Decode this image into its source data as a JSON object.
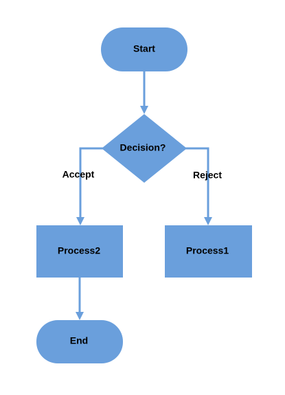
{
  "diagram": {
    "nodes": {
      "start": {
        "label": "Start",
        "shape": "terminator"
      },
      "decision": {
        "label": "Decision?",
        "shape": "diamond"
      },
      "process2": {
        "label": "Process2",
        "shape": "rectangle"
      },
      "process1": {
        "label": "Process1",
        "shape": "rectangle"
      },
      "end": {
        "label": "End",
        "shape": "terminator"
      }
    },
    "edges": {
      "start_to_decision": {
        "from": "start",
        "to": "decision",
        "label": ""
      },
      "decision_to_process2": {
        "from": "decision",
        "to": "process2",
        "label": "Accept"
      },
      "decision_to_process1": {
        "from": "decision",
        "to": "process1",
        "label": "Reject"
      },
      "process2_to_end": {
        "from": "process2",
        "to": "end",
        "label": ""
      }
    },
    "colors": {
      "shape_fill": "#6a9fdc",
      "connector": "#6a9fdc",
      "text": "#000000",
      "background": "#ffffff"
    }
  }
}
